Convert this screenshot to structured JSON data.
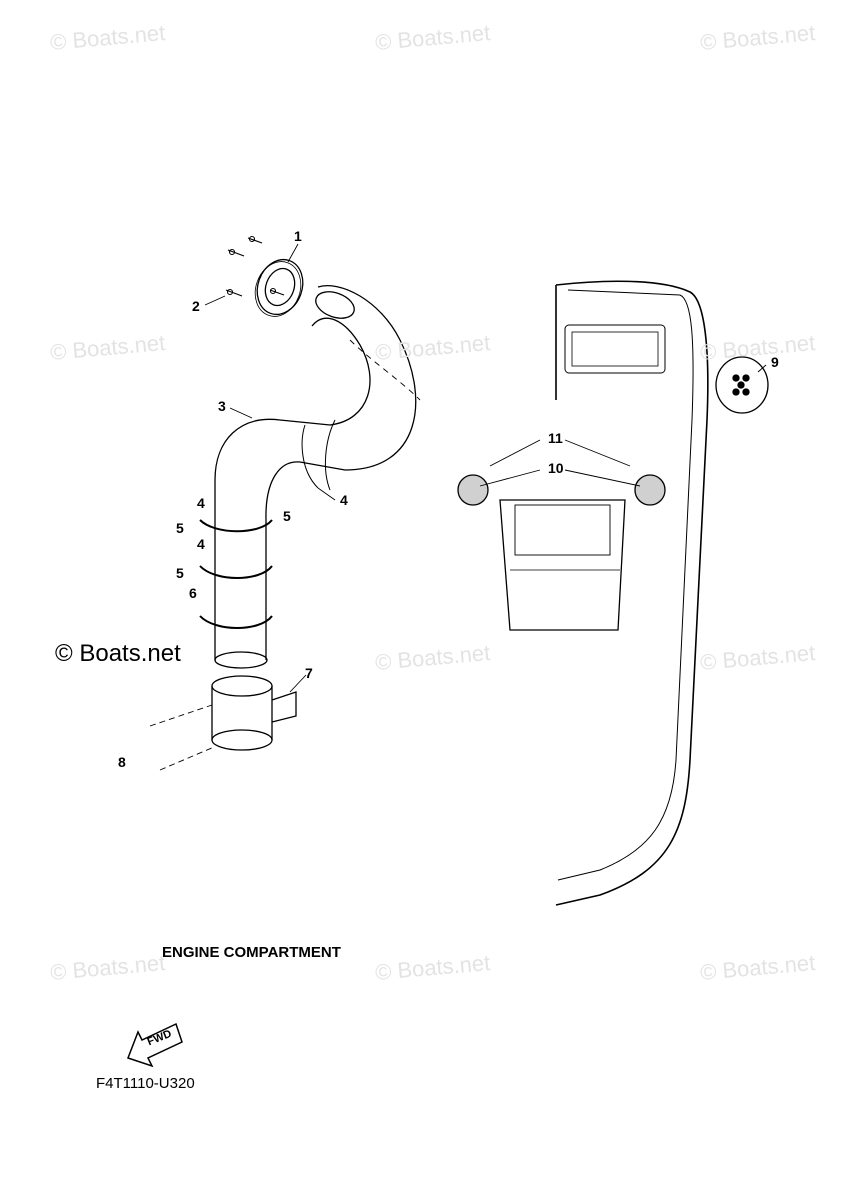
{
  "watermark": "© Boats.net",
  "title": "ENGINE COMPARTMENT",
  "diagram_code": "F4T1110-U320",
  "fwd_label": "FWD",
  "callouts": [
    "1",
    "2",
    "3",
    "4",
    "4",
    "4",
    "5",
    "5",
    "5",
    "6",
    "7",
    "8",
    "9",
    "10",
    "11"
  ]
}
